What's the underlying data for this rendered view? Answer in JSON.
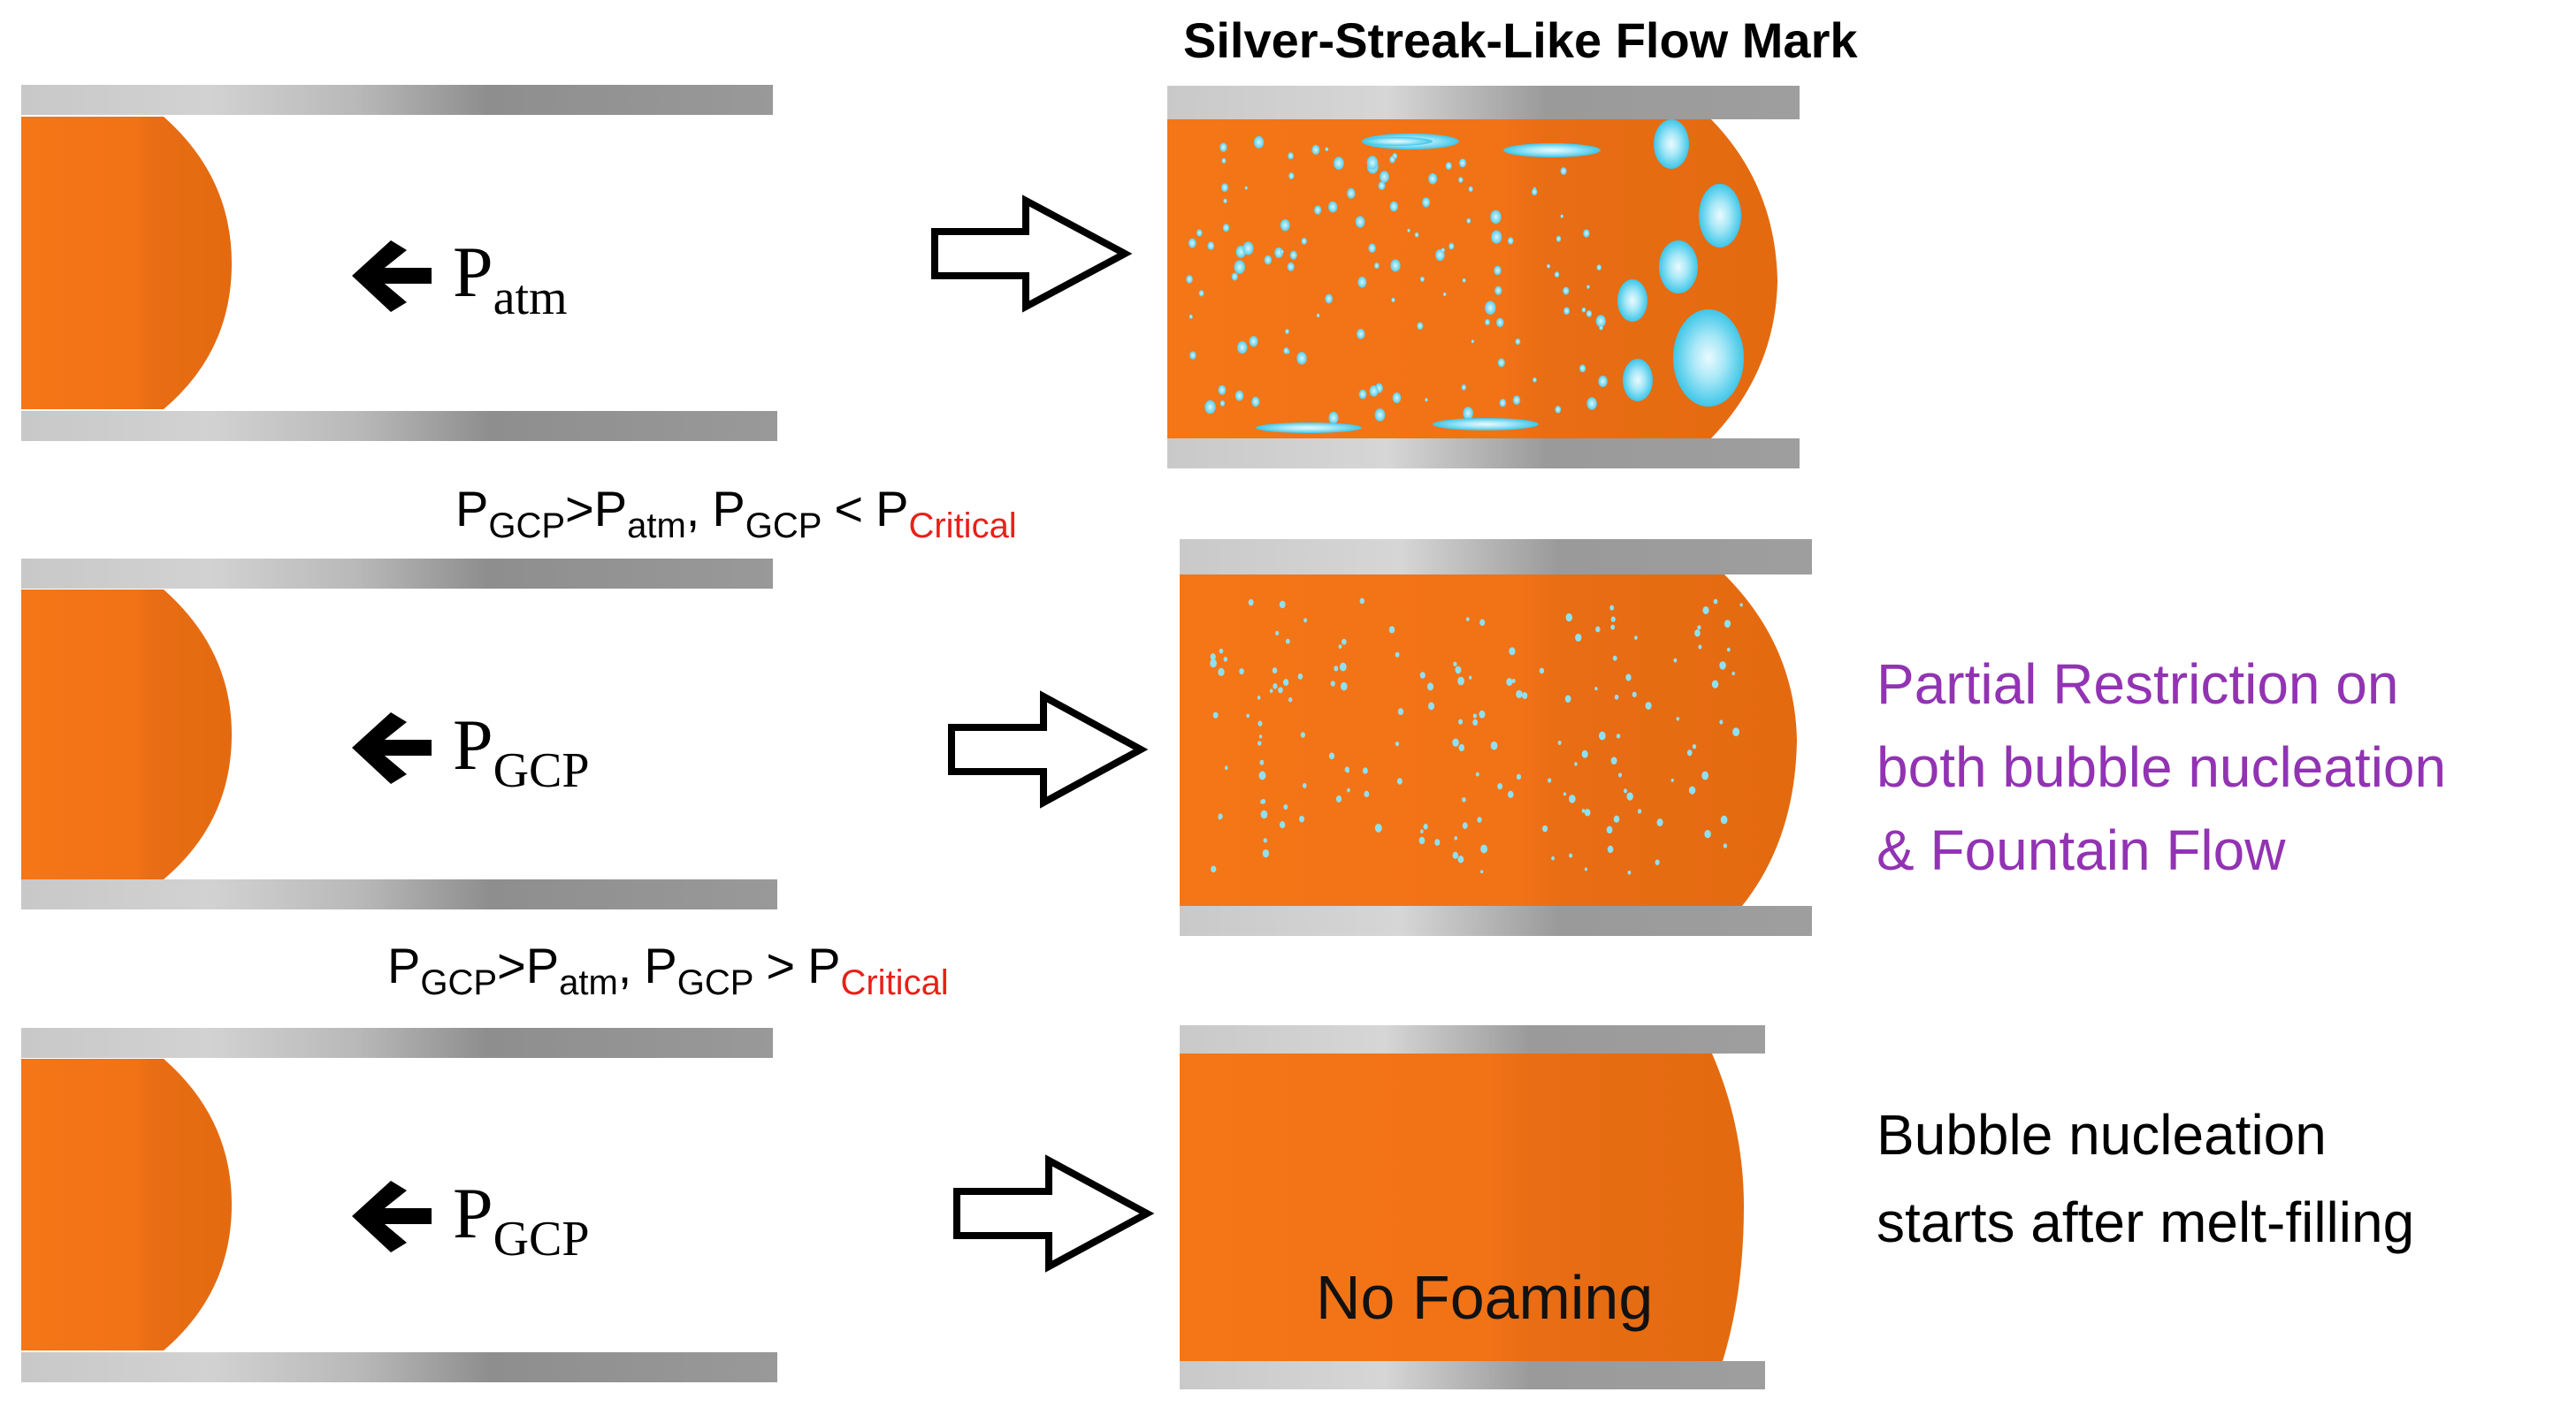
{
  "title": "Silver-Streak-Like Flow Mark",
  "colors": {
    "melt": "#f27216",
    "melt_dark": "#e46a10",
    "bubble": "#5bd3ef",
    "bubble_light": "#dff6fc",
    "purple": "#9233b3",
    "red": "#e8201a",
    "black": "#000000"
  },
  "rows": [
    {
      "pressure": {
        "base": "P",
        "sub": "atm"
      },
      "condition": null,
      "result": "silver-streak",
      "side_text": [],
      "result_label": ""
    },
    {
      "pressure": {
        "base": "P",
        "sub": "GCP"
      },
      "condition": {
        "a_base": "P",
        "a_sub": "GCP",
        "gt": ">",
        "b_base": "P",
        "b_sub": "atm",
        "comma": ",",
        "c_base": "P",
        "c_sub": "GCP",
        "op": "<",
        "d_base": "P",
        "d_sub": "Critical"
      },
      "result": "fine-bubbles",
      "side_text": [
        "Partial Restriction on",
        "both bubble nucleation",
        "& Fountain Flow"
      ],
      "result_label": ""
    },
    {
      "pressure": {
        "base": "P",
        "sub": "GCP"
      },
      "condition": {
        "a_base": "P",
        "a_sub": "GCP",
        "gt": ">",
        "b_base": "P",
        "b_sub": "atm",
        "comma": ",",
        "c_base": "P",
        "c_sub": "GCP",
        "op": ">",
        "d_base": "P",
        "d_sub": "Critical"
      },
      "result": "no-foaming",
      "side_text": [
        "Bubble nucleation",
        "starts after melt-filling"
      ],
      "result_label": "No Foaming"
    }
  ]
}
